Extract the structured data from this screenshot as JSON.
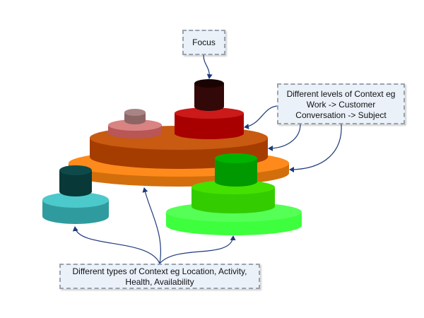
{
  "callouts": {
    "focus": {
      "lines": [
        "Focus"
      ]
    },
    "levels": {
      "lines": [
        "Different levels of Context eg",
        "Work -> Customer",
        "Conversation -> Subject"
      ]
    },
    "types": {
      "lines": [
        "Different types of Context eg Location, Activity,",
        "Health, Availability"
      ]
    }
  },
  "colors": {
    "callout_fill": "#eaf1f9",
    "callout_border": "#9aa3ad",
    "arrow": "#1f3a7a",
    "focus_top": "#2e0808",
    "red_tier": "#c00000",
    "rust_tier": "#a63d00",
    "orange_tier": "#ff8a1c",
    "faded_red_tier": "#c46a6a",
    "teal_tier": "#44b4b6",
    "dark_teal_top": "#0b3a3a",
    "light_green_tier": "#3dff3d",
    "green_tier": "#33cc00",
    "dark_green_top": "#009900"
  }
}
